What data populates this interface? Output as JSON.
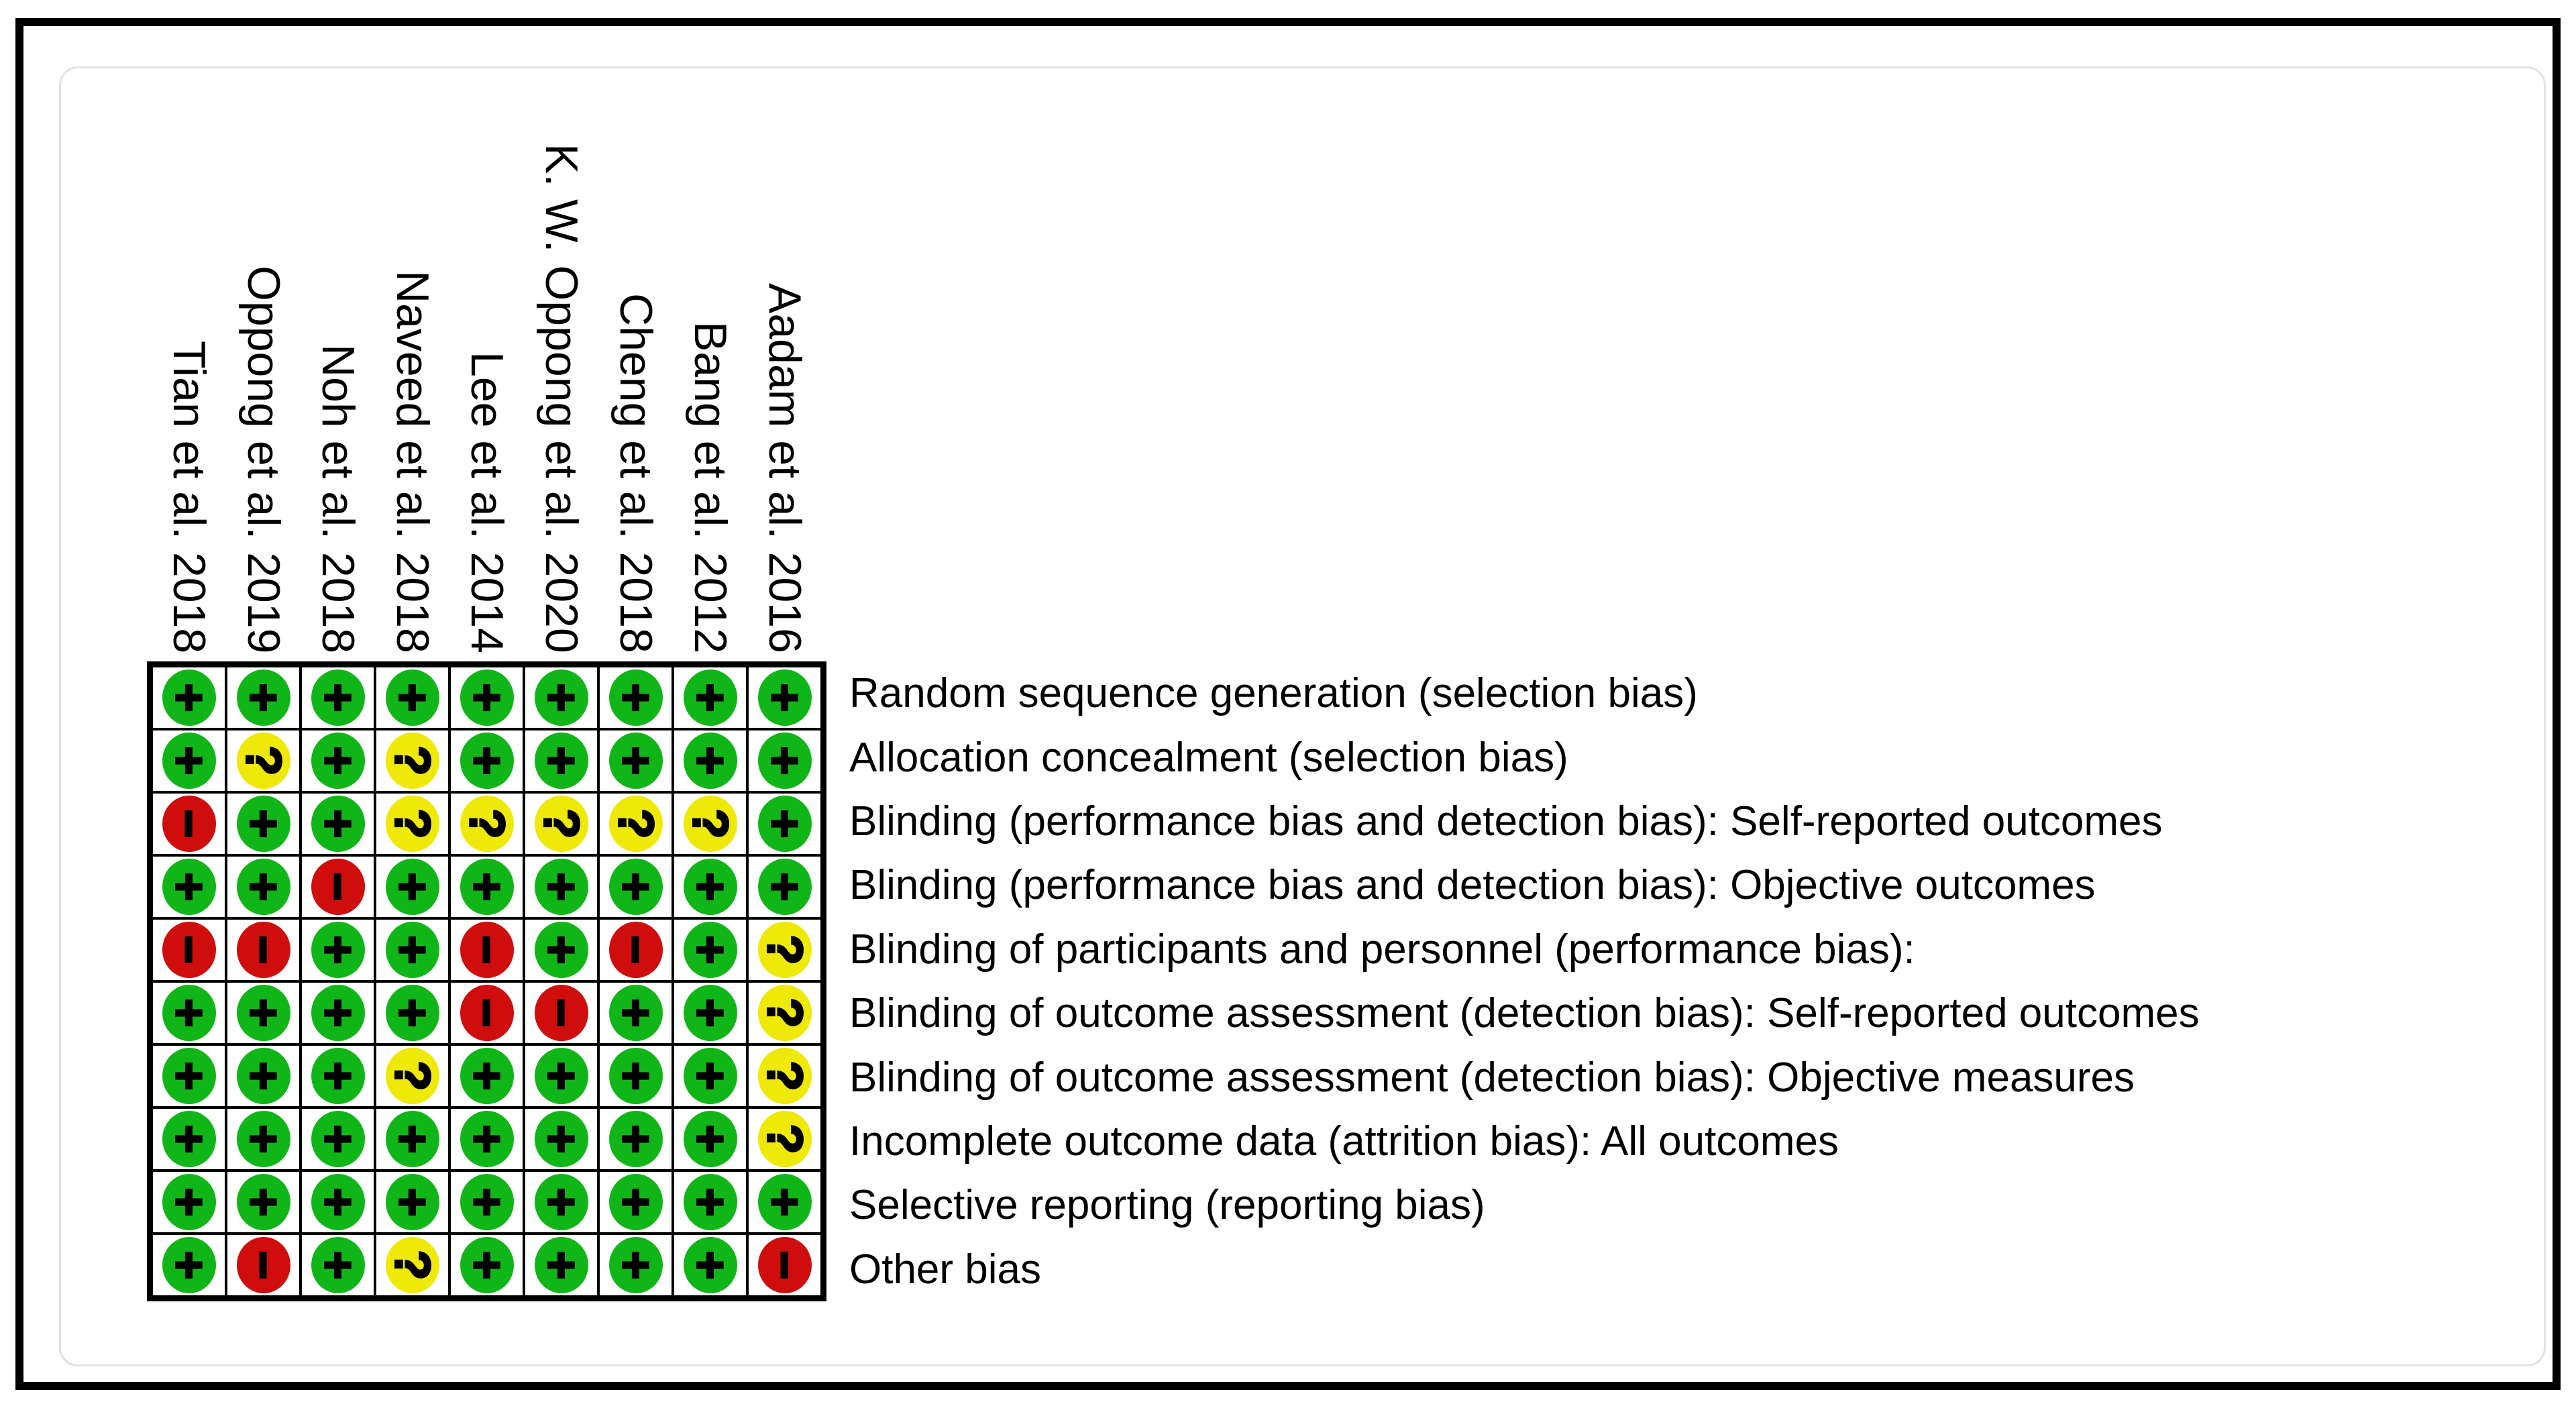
{
  "figure": {
    "kind": "risk-of-bias-summary"
  },
  "chart_data": {
    "type": "heatmap",
    "x_categories": [
      "Tian et al. 2018",
      "Oppong et al. 2019",
      "Noh et al. 2018",
      "Naveed et al. 2018",
      "Lee et al. 2014",
      "K. W. Oppong et al. 2020",
      "Cheng et al. 2018",
      "Bang et al. 2012",
      "Aadam et al. 2016"
    ],
    "y_categories": [
      "Random sequence generation (selection bias)",
      "Allocation concealment (selection bias)",
      "Blinding (performance bias and detection bias): Self-reported outcomes",
      "Blinding (performance bias and detection bias): Objective outcomes",
      "Blinding of participants and personnel (performance bias):",
      "Blinding of outcome assessment (detection bias): Self-reported outcomes",
      "Blinding of outcome assessment (detection bias): Objective measures",
      "Incomplete outcome data (attrition bias): All outcomes",
      "Selective reporting (reporting bias)",
      "Other bias"
    ],
    "values": [
      [
        "+",
        "+",
        "+",
        "+",
        "+",
        "+",
        "+",
        "+",
        "+"
      ],
      [
        "+",
        "?",
        "+",
        "?",
        "+",
        "+",
        "+",
        "+",
        "+"
      ],
      [
        "-",
        "+",
        "+",
        "?",
        "?",
        "?",
        "?",
        "?",
        "+"
      ],
      [
        "+",
        "+",
        "-",
        "+",
        "+",
        "+",
        "+",
        "+",
        "+"
      ],
      [
        "-",
        "-",
        "+",
        "+",
        "-",
        "+",
        "-",
        "+",
        "?"
      ],
      [
        "+",
        "+",
        "+",
        "+",
        "-",
        "-",
        "+",
        "+",
        "?"
      ],
      [
        "+",
        "+",
        "+",
        "?",
        "+",
        "+",
        "+",
        "+",
        "?"
      ],
      [
        "+",
        "+",
        "+",
        "+",
        "+",
        "+",
        "+",
        "+",
        "?"
      ],
      [
        "+",
        "+",
        "+",
        "+",
        "+",
        "+",
        "+",
        "+",
        "+"
      ],
      [
        "+",
        "-",
        "+",
        "?",
        "+",
        "+",
        "+",
        "+",
        "-"
      ]
    ],
    "symbol_colors": {
      "+": "#10b617",
      "?": "#efe90a",
      "-": "#cf0d0d"
    },
    "display_glyphs": {
      "+": "+",
      "?": "?",
      "-": "−"
    },
    "risk_names": {
      "+": "low-risk",
      "?": "unclear-risk",
      "-": "high-risk"
    },
    "grid": true,
    "legend_position": "none"
  }
}
